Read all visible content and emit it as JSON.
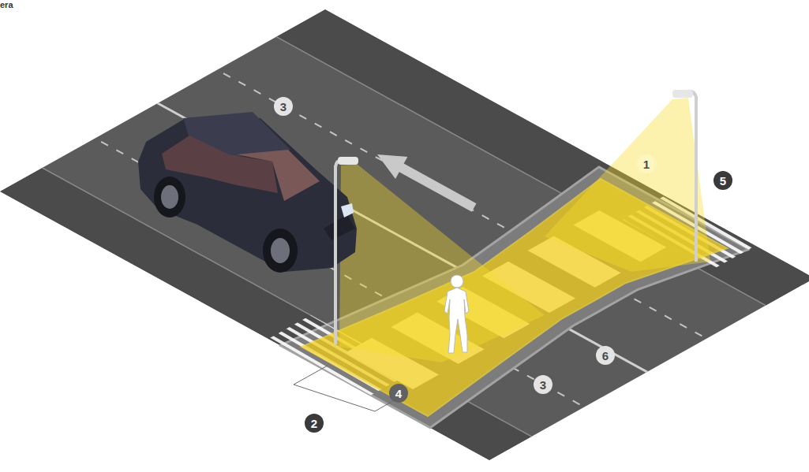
{
  "diagram": {
    "labels": [
      "era",
      "3",
      "1",
      "5",
      "6",
      "4",
      "3",
      "2"
    ]
  }
}
